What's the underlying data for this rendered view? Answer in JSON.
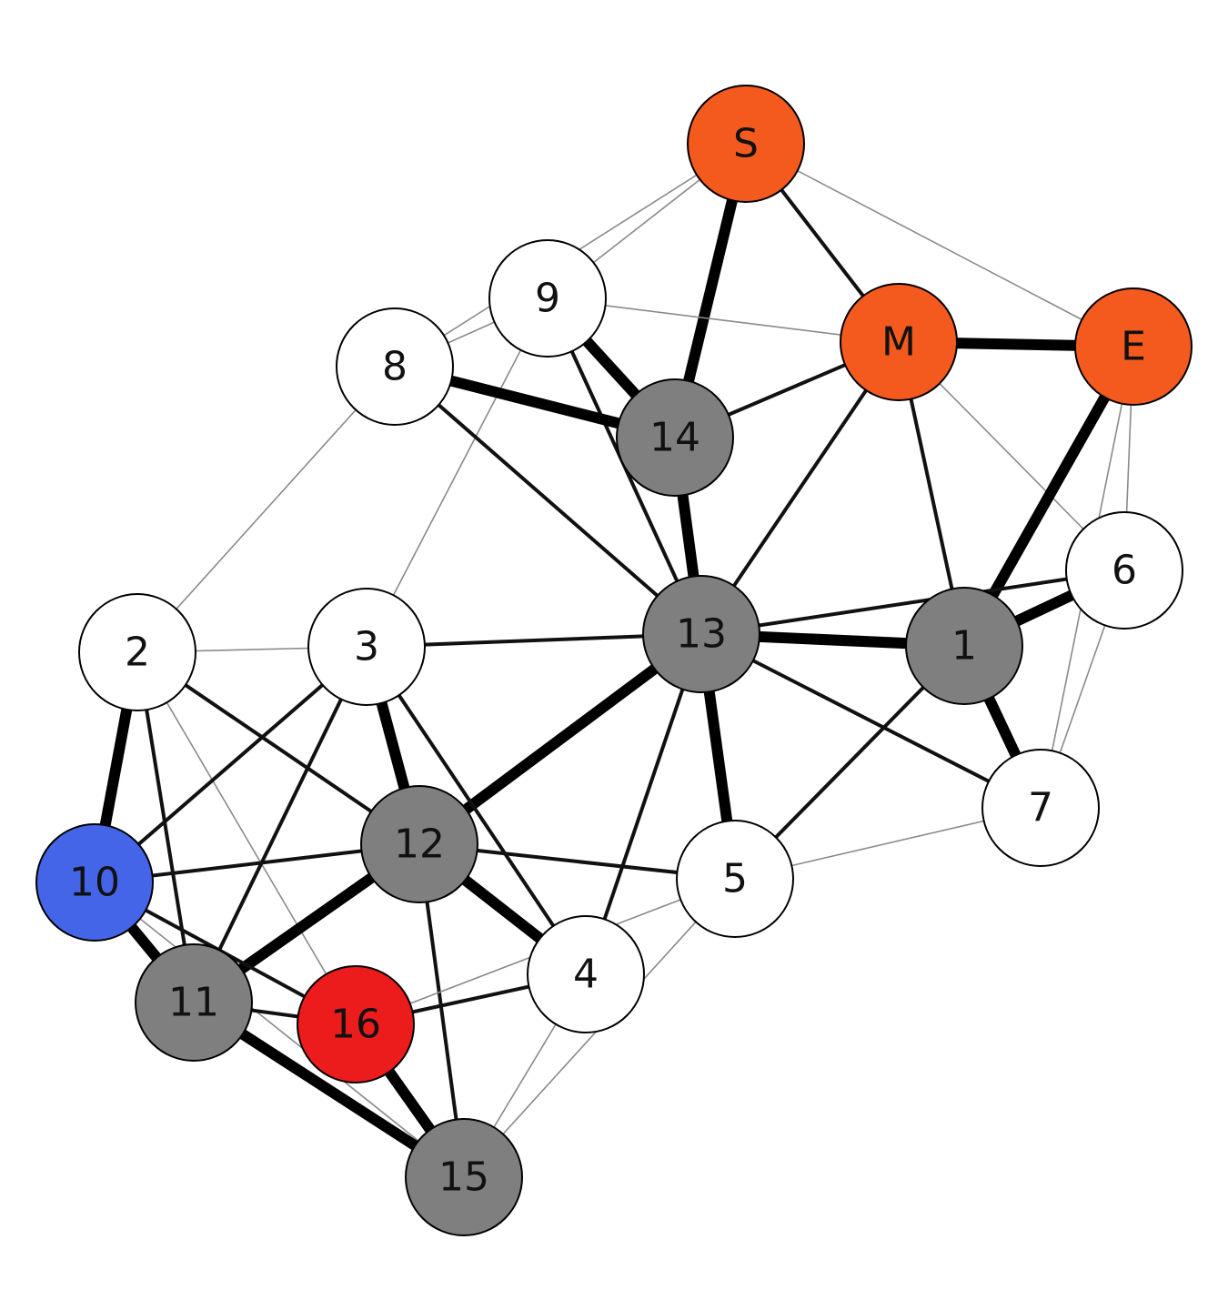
{
  "colors": {
    "white": "#ffffff",
    "gray": "#7f7f7f",
    "orange": "#f45a1e",
    "blue": "#4565e8",
    "red": "#ec1c1c",
    "edge_strong": "#000000",
    "edge_medium": "#111111",
    "edge_light": "#8a8a8a"
  },
  "nodes": [
    {
      "id": "S",
      "label": "S",
      "color": "orange"
    },
    {
      "id": "M",
      "label": "M",
      "color": "orange"
    },
    {
      "id": "E",
      "label": "E",
      "color": "orange"
    },
    {
      "id": "9",
      "label": "9",
      "color": "white"
    },
    {
      "id": "8",
      "label": "8",
      "color": "white"
    },
    {
      "id": "14",
      "label": "14",
      "color": "gray"
    },
    {
      "id": "6",
      "label": "6",
      "color": "white"
    },
    {
      "id": "2",
      "label": "2",
      "color": "white"
    },
    {
      "id": "3",
      "label": "3",
      "color": "white"
    },
    {
      "id": "13",
      "label": "13",
      "color": "gray"
    },
    {
      "id": "1",
      "label": "1",
      "color": "gray"
    },
    {
      "id": "7",
      "label": "7",
      "color": "white"
    },
    {
      "id": "12",
      "label": "12",
      "color": "gray"
    },
    {
      "id": "10",
      "label": "10",
      "color": "blue"
    },
    {
      "id": "5",
      "label": "5",
      "color": "white"
    },
    {
      "id": "4",
      "label": "4",
      "color": "white"
    },
    {
      "id": "11",
      "label": "11",
      "color": "gray"
    },
    {
      "id": "16",
      "label": "16",
      "color": "red"
    },
    {
      "id": "15",
      "label": "15",
      "color": "gray"
    }
  ],
  "edges": [
    {
      "source": "S",
      "target": "14",
      "weight": "strong"
    },
    {
      "source": "S",
      "target": "M",
      "weight": "medium"
    },
    {
      "source": "S",
      "target": "E",
      "weight": "light"
    },
    {
      "source": "S",
      "target": "9",
      "weight": "light"
    },
    {
      "source": "S",
      "target": "8",
      "weight": "light"
    },
    {
      "source": "M",
      "target": "E",
      "weight": "strong"
    },
    {
      "source": "M",
      "target": "14",
      "weight": "medium"
    },
    {
      "source": "M",
      "target": "13",
      "weight": "medium"
    },
    {
      "source": "M",
      "target": "1",
      "weight": "medium"
    },
    {
      "source": "M",
      "target": "9",
      "weight": "light"
    },
    {
      "source": "M",
      "target": "6",
      "weight": "light"
    },
    {
      "source": "E",
      "target": "1",
      "weight": "strong"
    },
    {
      "source": "E",
      "target": "6",
      "weight": "light"
    },
    {
      "source": "E",
      "target": "7",
      "weight": "light"
    },
    {
      "source": "9",
      "target": "14",
      "weight": "strong"
    },
    {
      "source": "9",
      "target": "8",
      "weight": "light"
    },
    {
      "source": "9",
      "target": "13",
      "weight": "medium"
    },
    {
      "source": "9",
      "target": "3",
      "weight": "light"
    },
    {
      "source": "8",
      "target": "14",
      "weight": "strong"
    },
    {
      "source": "8",
      "target": "13",
      "weight": "medium"
    },
    {
      "source": "8",
      "target": "2",
      "weight": "light"
    },
    {
      "source": "14",
      "target": "13",
      "weight": "strong"
    },
    {
      "source": "13",
      "target": "1",
      "weight": "strong"
    },
    {
      "source": "13",
      "target": "6",
      "weight": "medium"
    },
    {
      "source": "13",
      "target": "7",
      "weight": "medium"
    },
    {
      "source": "13",
      "target": "3",
      "weight": "medium"
    },
    {
      "source": "13",
      "target": "12",
      "weight": "strong"
    },
    {
      "source": "13",
      "target": "5",
      "weight": "strong"
    },
    {
      "source": "13",
      "target": "4",
      "weight": "medium"
    },
    {
      "source": "1",
      "target": "6",
      "weight": "strong"
    },
    {
      "source": "1",
      "target": "7",
      "weight": "strong"
    },
    {
      "source": "1",
      "target": "5",
      "weight": "medium"
    },
    {
      "source": "6",
      "target": "7",
      "weight": "light"
    },
    {
      "source": "7",
      "target": "5",
      "weight": "light"
    },
    {
      "source": "2",
      "target": "3",
      "weight": "light"
    },
    {
      "source": "2",
      "target": "10",
      "weight": "strong"
    },
    {
      "source": "2",
      "target": "11",
      "weight": "medium"
    },
    {
      "source": "2",
      "target": "12",
      "weight": "medium"
    },
    {
      "source": "2",
      "target": "16",
      "weight": "light"
    },
    {
      "source": "3",
      "target": "12",
      "weight": "strong"
    },
    {
      "source": "3",
      "target": "10",
      "weight": "medium"
    },
    {
      "source": "3",
      "target": "11",
      "weight": "medium"
    },
    {
      "source": "3",
      "target": "4",
      "weight": "medium"
    },
    {
      "source": "12",
      "target": "10",
      "weight": "medium"
    },
    {
      "source": "12",
      "target": "11",
      "weight": "strong"
    },
    {
      "source": "12",
      "target": "4",
      "weight": "strong"
    },
    {
      "source": "12",
      "target": "5",
      "weight": "medium"
    },
    {
      "source": "12",
      "target": "15",
      "weight": "medium"
    },
    {
      "source": "10",
      "target": "11",
      "weight": "strong"
    },
    {
      "source": "10",
      "target": "16",
      "weight": "medium"
    },
    {
      "source": "10",
      "target": "15",
      "weight": "light"
    },
    {
      "source": "11",
      "target": "16",
      "weight": "medium"
    },
    {
      "source": "11",
      "target": "15",
      "weight": "strong"
    },
    {
      "source": "16",
      "target": "15",
      "weight": "strong"
    },
    {
      "source": "16",
      "target": "4",
      "weight": "medium"
    },
    {
      "source": "16",
      "target": "5",
      "weight": "light"
    },
    {
      "source": "5",
      "target": "15",
      "weight": "light"
    },
    {
      "source": "4",
      "target": "15",
      "weight": "light"
    }
  ]
}
